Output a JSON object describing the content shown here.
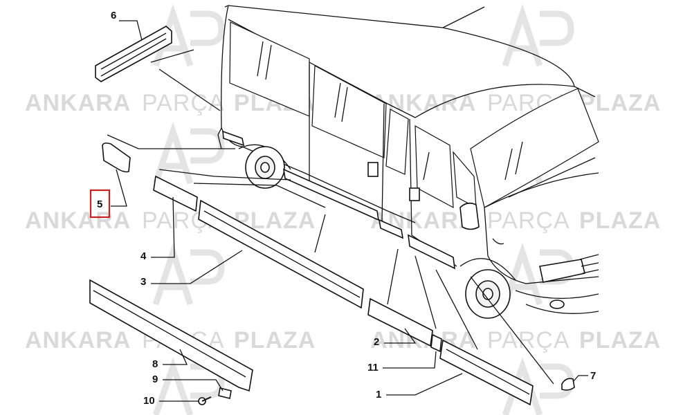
{
  "watermark": {
    "word1": "ANKARA",
    "word2": "PARÇA",
    "word3": "PLAZA",
    "logo": "AP"
  },
  "callouts": {
    "c1": "1",
    "c2": "2",
    "c3": "3",
    "c4": "4",
    "c5": "5",
    "c6": "6",
    "c7": "7",
    "c8": "8",
    "c9": "9",
    "c10": "10",
    "c11": "11"
  },
  "highlighted_callout": "5",
  "colors": {
    "line": "#111111",
    "highlight": "#cc1f1f",
    "watermark": "#d9d9d9"
  }
}
